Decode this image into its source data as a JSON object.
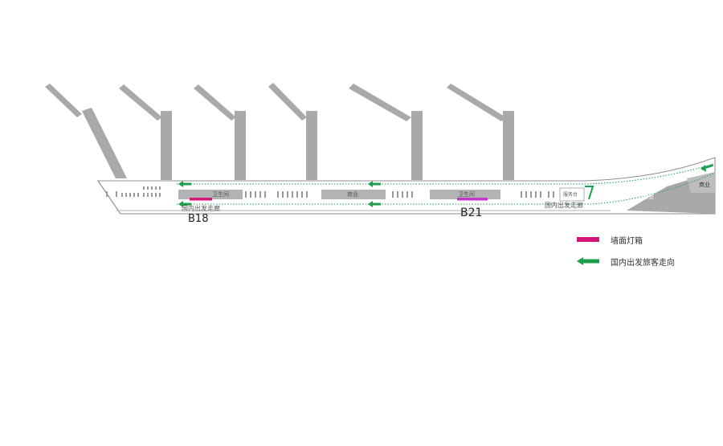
{
  "map": {
    "boxes": {
      "washroom_1": "卫生间",
      "shop_1": "商业",
      "washroom_2": "卫生间",
      "service_desk": "服务台",
      "shop_2": "商业",
      "shop_3": "商业"
    },
    "corridor_labels": {
      "left": "国内出发走廊",
      "right": "国内出发走廊"
    },
    "markers": [
      {
        "id": "B18"
      },
      {
        "id": "B21"
      }
    ]
  },
  "legend": {
    "lightbox": {
      "label": "墙面灯箱",
      "color": "#d6157a"
    },
    "direction": {
      "label": "国内出发旅客走向",
      "color": "#1aa04a"
    }
  },
  "colors": {
    "building": "#a9a9a9",
    "outline": "#8c8c8c",
    "lightbox": "#d6157a",
    "lightbox_b21": "#c238c9",
    "direction": "#1aa04a"
  }
}
